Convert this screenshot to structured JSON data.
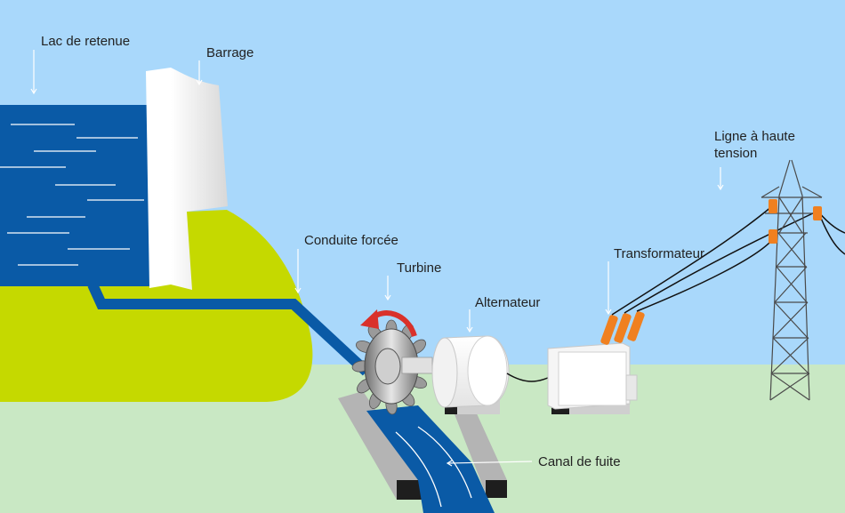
{
  "labels": {
    "reservoir": "Lac de retenue",
    "dam": "Barrage",
    "penstock": "Conduite forcée",
    "turbine": "Turbine",
    "generator": "Alternateur",
    "transformer": "Transformateur",
    "power_line_1": "Ligne à haute",
    "power_line_2": "tension",
    "tailrace": "Canal de fuite"
  },
  "colors": {
    "sky": "#a9d8fb",
    "ground": "#c9e8c4",
    "water": "#0a5aa6",
    "hill": "#c5d900",
    "dam": "#ffffff",
    "insulator": "#f08020",
    "rotation_arrow": "#d9312b"
  }
}
